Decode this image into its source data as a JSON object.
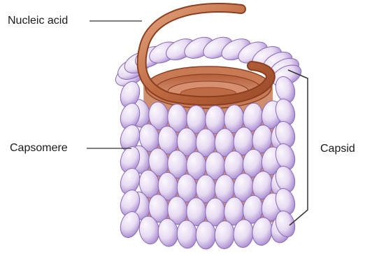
{
  "labels": {
    "nucleic_acid": "Nucleic acid",
    "capsomere": "Capsomere",
    "capsid": "Capsid"
  },
  "colors": {
    "capsomere_fill_light": "#f6eefa",
    "capsomere_fill_dark": "#a88ad0",
    "capsomere_stroke": "#8a6ab8",
    "nucleic_acid_light": "#e0a07a",
    "nucleic_acid_dark": "#9a4a28",
    "interior": "#c97a55",
    "leader_line": "#333333"
  }
}
